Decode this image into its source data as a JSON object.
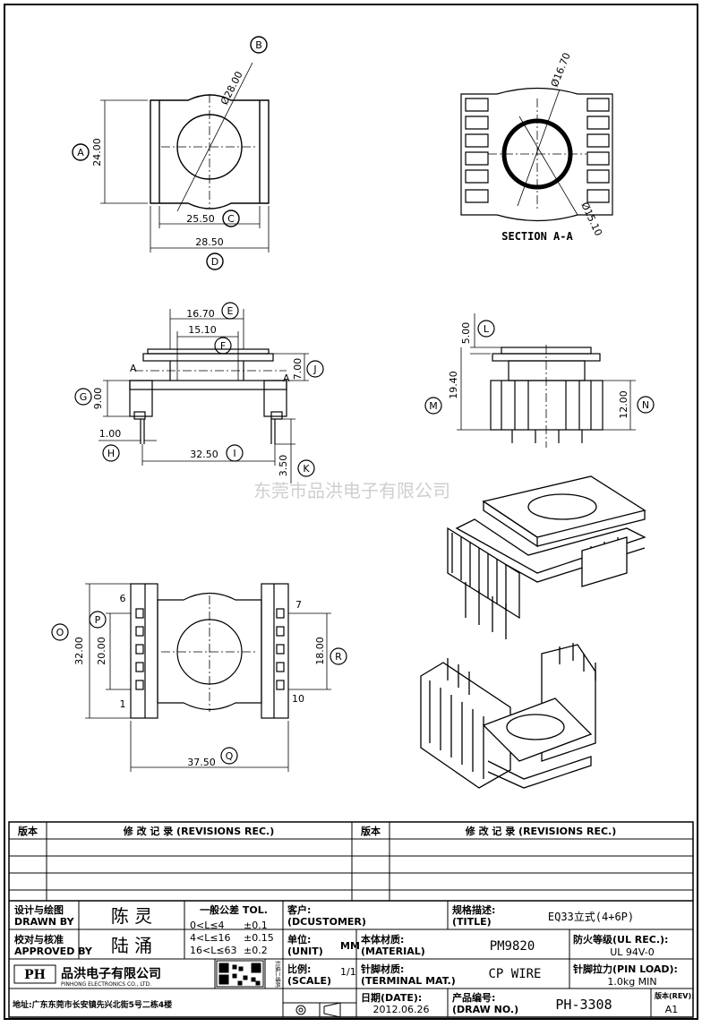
{
  "watermark": "东莞市品洪电子有限公司",
  "views": {
    "top": {
      "label_a": "A",
      "label_b": "B",
      "label_c": "C",
      "label_d": "D",
      "dim_24": "24.00",
      "dim_28": "Ø28.00",
      "dim_25_50": "25.50",
      "dim_28_50": "28.50"
    },
    "section": {
      "dim_16_70": "Ø16.70",
      "dim_15_10": "Ø15.10",
      "caption": "SECTION A-A"
    },
    "front": {
      "label_e": "E",
      "label_f": "F",
      "label_g": "G",
      "label_h": "H",
      "label_i": "I",
      "label_j": "J",
      "label_k": "K",
      "label_a_left": "A",
      "label_a_right": "A",
      "dim_16_70": "16.70",
      "dim_15_10": "15.10",
      "dim_9_00": "9.00",
      "dim_7_00": "7.00",
      "dim_1_00": "1.00",
      "dim_32_50": "32.50",
      "dim_3_50": "3.50"
    },
    "side": {
      "label_l": "L",
      "label_m": "M",
      "label_n": "N",
      "dim_5_00": "5.00",
      "dim_19_40": "19.40",
      "dim_12_00": "12.00"
    },
    "bottom": {
      "label_o": "O",
      "label_p": "P",
      "label_q": "Q",
      "label_r": "R",
      "pin_6": "6",
      "pin_1": "1",
      "pin_7": "7",
      "pin_10": "10",
      "dim_32_00": "32.00",
      "dim_20_00": "20.00",
      "dim_18_00": "18.00",
      "dim_37_50": "37.50"
    }
  },
  "revisions": {
    "version_header": "版本",
    "record_header": "修 改 记 录 (REVISIONS REC.)",
    "version_header_2": "版本",
    "record_header_2": "修 改 记 录 (REVISIONS REC.)"
  },
  "title_block": {
    "designed_cn": "设计与绘图",
    "designed_en": "DRAWN BY",
    "designer": "陈 灵",
    "approved_cn": "校对与核准",
    "approved_en": "APPROVED BY",
    "approver": "陆 涌",
    "tol_title": "一般公差 TOL.",
    "tol_1_range": "0<L≤4",
    "tol_1_val": "±0.1",
    "tol_2_range": "4<L≤16",
    "tol_2_val": "±0.15",
    "tol_3_range": "16<L≤63",
    "tol_3_val": "±0.2",
    "customer_cn": "客户:",
    "customer_en": "(DCUSTOMER)",
    "title_cn": "规格描述:",
    "title_en": "(TITLE)",
    "title_val": "EQ33立式(4+6P)",
    "unit_cn": "单位:",
    "unit_en": "(UNIT)",
    "unit_val": "MM",
    "material_cn": "本体材质:",
    "material_en": "(MATERIAL)",
    "material_val": "PM9820",
    "ul_cn": "防火等级(UL REC.):",
    "ul_val": "UL 94V-0",
    "scale_cn": "比例:",
    "scale_en": "(SCALE)",
    "scale_val": "1/1",
    "terminal_cn": "针脚材质:",
    "terminal_en": "(TERMINAL MAT.)",
    "terminal_val": "CP WIRE",
    "pinload_cn": "针脚拉力(PIN LOAD):",
    "pinload_val": "1.0kg MIN",
    "date_cn": "日期(DATE):",
    "date_val": "2012.06.26",
    "drawno_cn": "产品编号:",
    "drawno_en": "(DRAW NO.)",
    "drawno_val": "PH-3308",
    "rev_cn": "版本(REV):",
    "rev_val": "A1",
    "company_logo": "PH",
    "company_cn": "品洪电子有限公司",
    "company_en": "PINHONG ELECTRONICS CO., LTD.",
    "address": "地址:广东东莞市长安镇先兴北街5号二栋4楼",
    "qr_caption": "扫描二维码"
  }
}
